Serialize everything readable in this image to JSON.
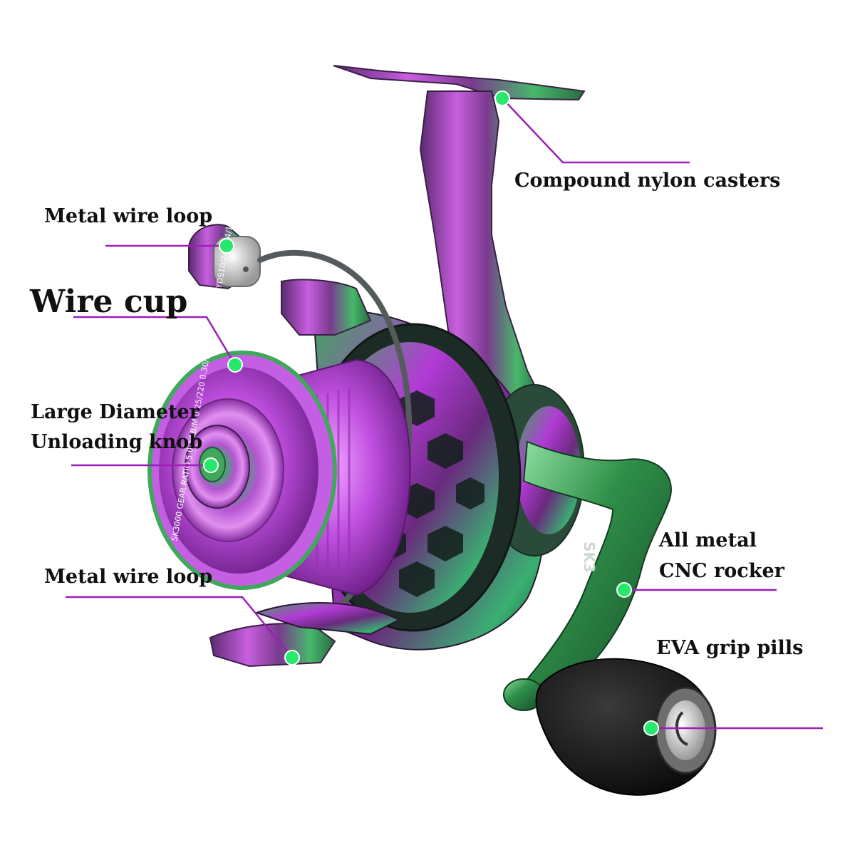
{
  "labels": {
    "compound_nylon_casters": "Compound nylon casters",
    "metal_wire_loop_top": "Metal wire loop",
    "wire_cup": "Wire cup",
    "large_diameter_line1": "Large Diameter",
    "large_diameter_line2": "Unloading knob",
    "metal_wire_loop_bottom": "Metal wire loop",
    "all_metal_line1": "All metal",
    "all_metal_line2": "CNC rocker",
    "eva_grip": "EVA grip pills"
  },
  "spool_text": "SK3000 GEAR RATIO 5.0:1 LB/M 0.25/220 0.30/150 0.35/100 LBS/YDS10/240 14/180 18/130",
  "body_text": "SK3",
  "colors": {
    "callout_line": "#9b1fb8",
    "callout_dot": "#28e86c",
    "iridescent_purple": "#b23bd6",
    "iridescent_green": "#2f8f4a",
    "grip_black": "#151515"
  }
}
